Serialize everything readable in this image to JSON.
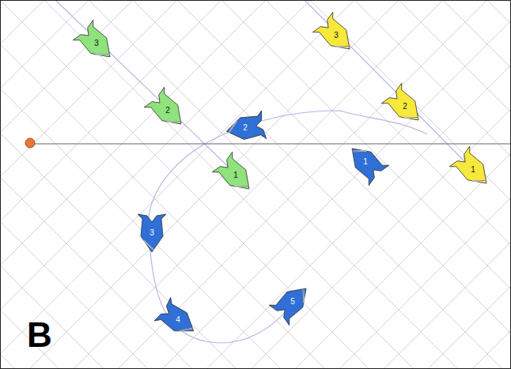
{
  "diagram": {
    "labels": [
      "3",
      "3",
      "2",
      "2",
      "2",
      "1",
      "1",
      "1",
      "3",
      "5",
      "4",
      "B"
    ]
  }
}
